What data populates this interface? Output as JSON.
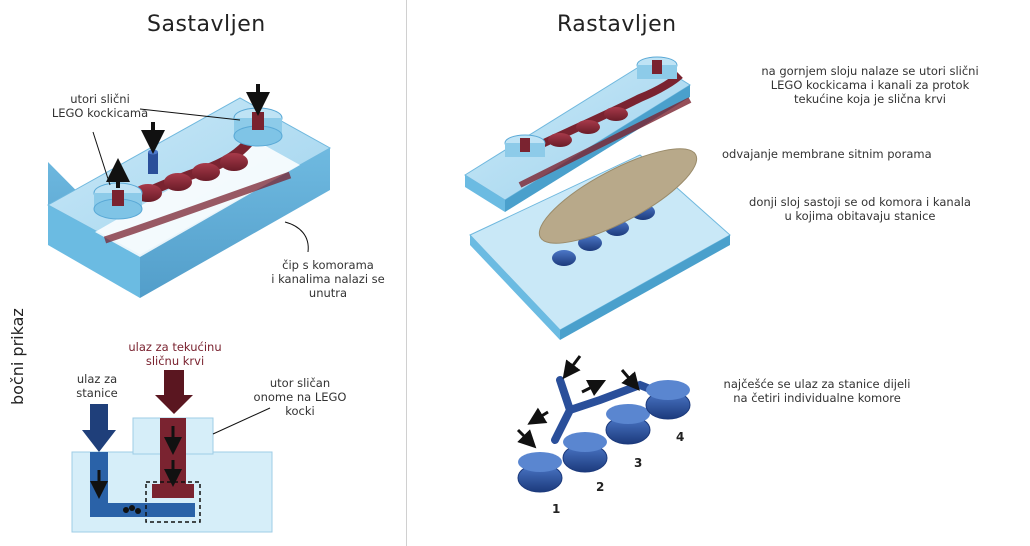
{
  "titles": {
    "assembled": "Sastavljen",
    "disassembled": "Rastavljen",
    "side_view": "bočni prikaz"
  },
  "labels": {
    "lego_slots": [
      "utori slični",
      "LEGO kockicama"
    ],
    "chip": [
      "čip s komorama",
      "i kanalima nalazi se",
      "unutra"
    ],
    "fluid_inlet": [
      "ulaz za tekućinu",
      "sličnu krvi"
    ],
    "cell_inlet": [
      "ulaz za",
      "stanice"
    ],
    "lego_slot_side": [
      "utor sličan",
      "onome na LEGO",
      "kocki"
    ],
    "top_layer": [
      "na gornjem sloju nalaze se utori slični",
      "LEGO kockicama i kanali za protok",
      "tekućine koja je slična krvi"
    ],
    "membrane": [
      "odvajanje membrane sitnim porama"
    ],
    "bottom_layer": [
      "donji sloj sastoji se od komora i kanala",
      "u kojima obitavaju stanice"
    ],
    "split_inlet": [
      "najčešće se ulaz za stanice dijeli",
      "na četiri individualne komore"
    ]
  },
  "chamber_numbers": [
    "1",
    "2",
    "3",
    "4"
  ],
  "colors": {
    "glass": "#7fc4e6",
    "glass_dark": "#4aa0cc",
    "blood": "#7a2330",
    "cells": "#2a4f9a",
    "membrane": "#b8a98a"
  }
}
